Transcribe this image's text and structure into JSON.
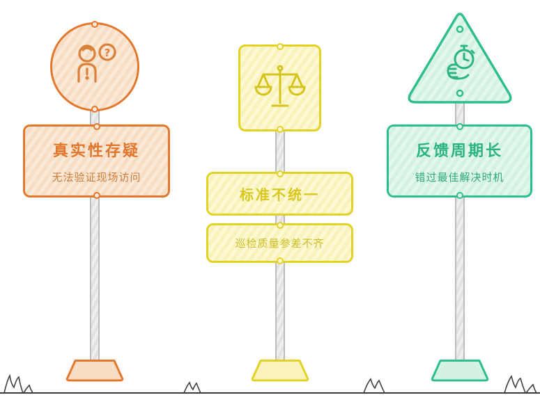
{
  "figure": {
    "left_sign": {
      "title": "真实性存疑",
      "subtitle": "无法验证现场访问",
      "icon": "person-question-icon",
      "accent_color": "#E0752B",
      "fill_color": "#F9E4CE"
    },
    "middle_sign": {
      "title": "标准不统一",
      "subtitle": "巡检质量参差不齐",
      "icon": "balance-scale-icon",
      "accent_color": "#D8C71E",
      "fill_color": "#FBF6C7"
    },
    "right_sign": {
      "title": "反馈周期长",
      "subtitle": "错过最佳解决时机",
      "icon": "hand-stopwatch-icon",
      "accent_color": "#2BB480",
      "fill_color": "#DBF5E7"
    },
    "pole_color": "#E8E8E8",
    "ground_color": "#3F3F3F"
  }
}
